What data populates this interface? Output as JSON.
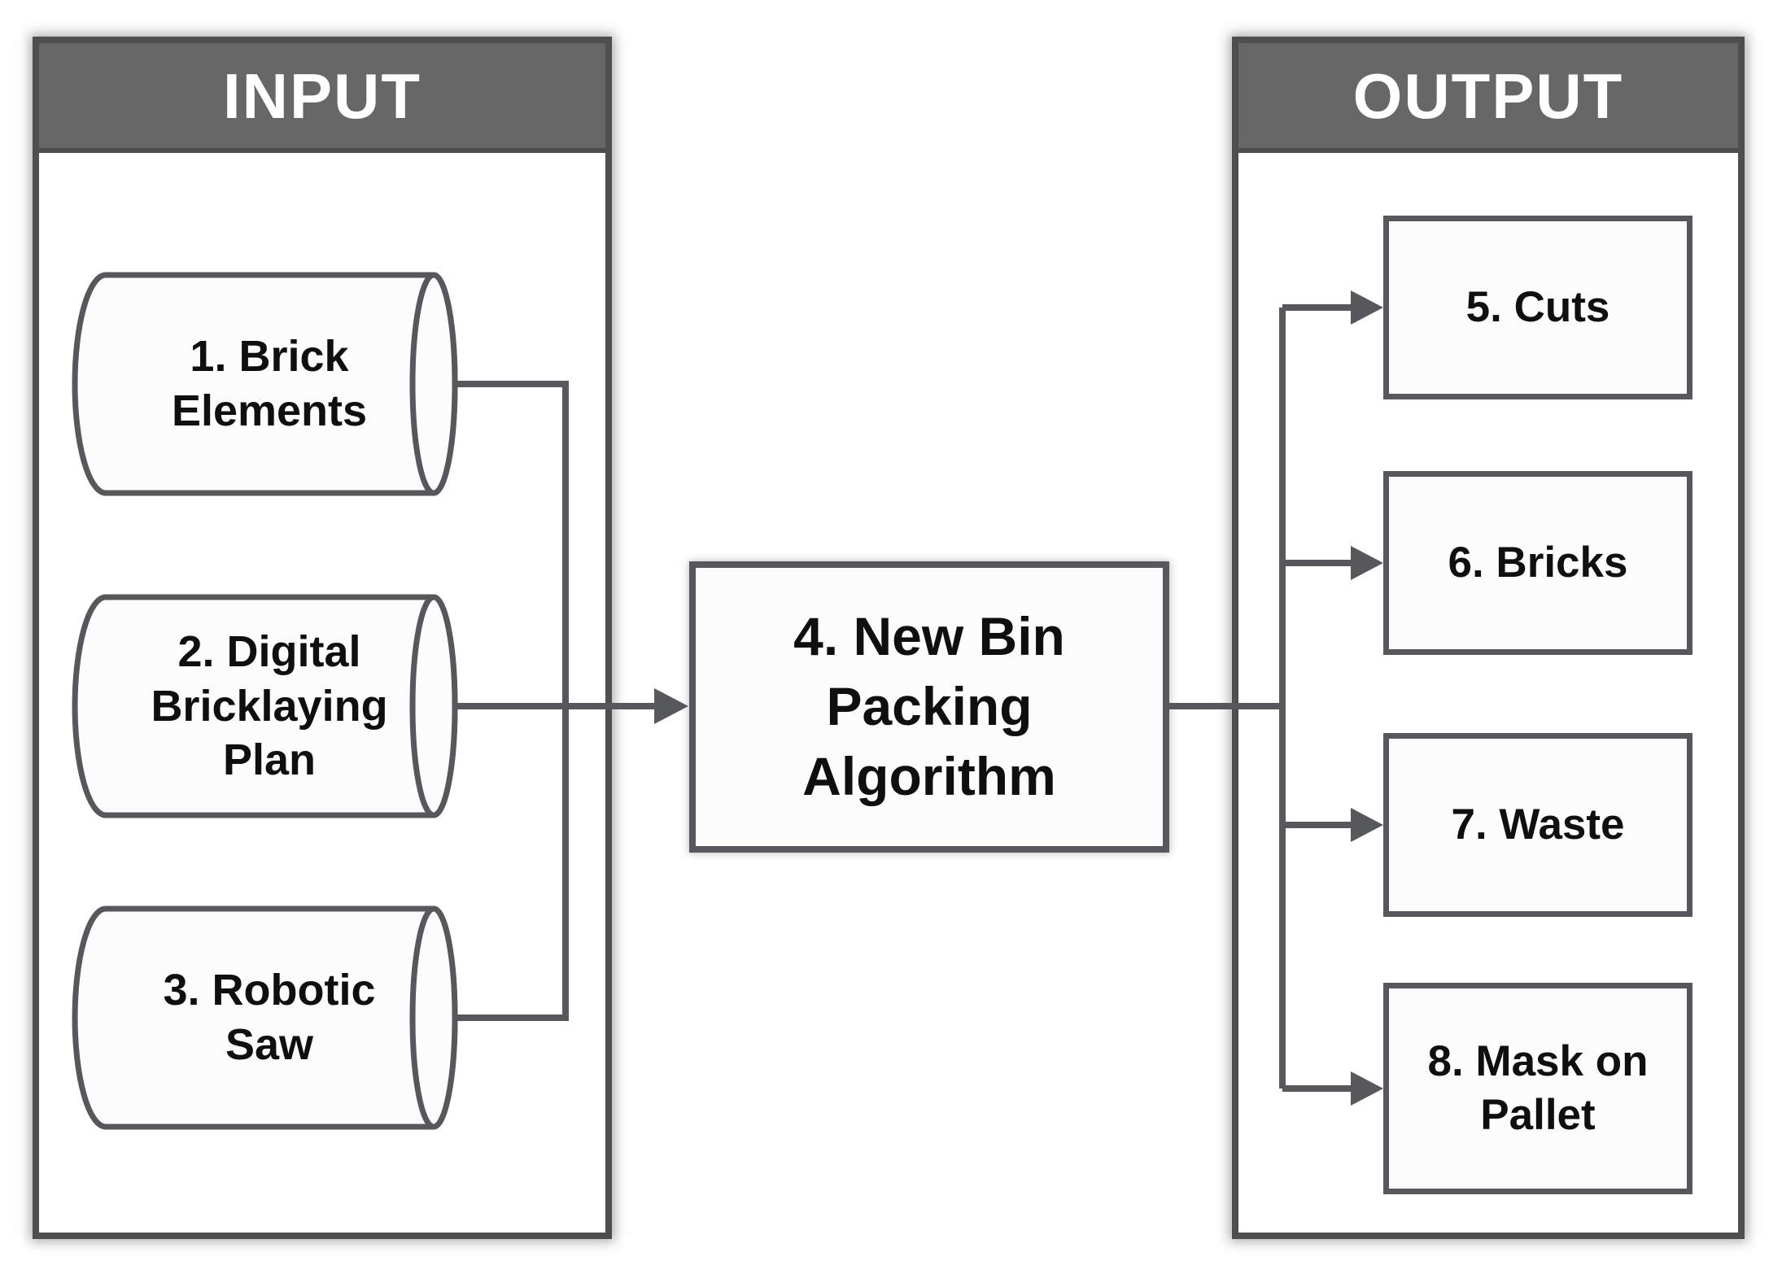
{
  "diagram": {
    "input_panel": {
      "title": "INPUT",
      "items": [
        {
          "id": "1",
          "shape": "cylinder",
          "label": "1. Brick\nElements"
        },
        {
          "id": "2",
          "shape": "cylinder",
          "label": "2. Digital\nBricklaying\nPlan"
        },
        {
          "id": "3",
          "shape": "cylinder",
          "label": "3. Robotic\nSaw"
        }
      ]
    },
    "process": {
      "id": "4",
      "shape": "rectangle",
      "label": "4. New Bin\nPacking\nAlgorithm"
    },
    "output_panel": {
      "title": "OUTPUT",
      "items": [
        {
          "id": "5",
          "shape": "rectangle",
          "label": "5. Cuts"
        },
        {
          "id": "6",
          "shape": "rectangle",
          "label": "6. Bricks"
        },
        {
          "id": "7",
          "shape": "rectangle",
          "label": "7. Waste"
        },
        {
          "id": "8",
          "shape": "rectangle",
          "label": "8. Mask on\nPallet"
        }
      ]
    },
    "colors": {
      "header_bg": "#676768",
      "header_text": "#ffffff",
      "panel_border": "#4d4e50",
      "stroke": "#57585b",
      "node_fill": "#fcfcfc",
      "text": "#0f0f0f",
      "background": "#ffffff"
    }
  }
}
